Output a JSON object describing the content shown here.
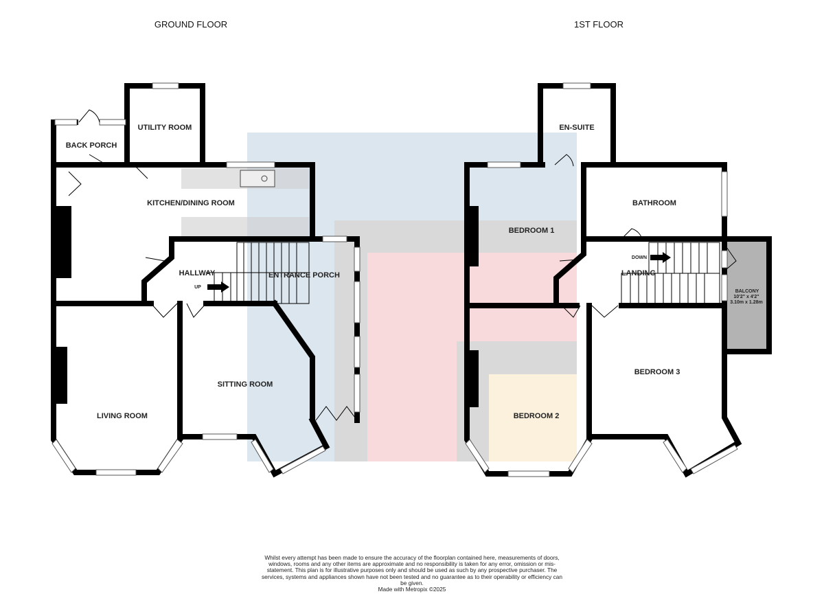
{
  "floors": [
    {
      "title": "GROUND FLOOR",
      "rooms": {
        "utility": "UTILITY ROOM",
        "back_porch": "BACK PORCH",
        "kitchen": "KITCHEN/DINING ROOM",
        "hallway": "HALLWAY",
        "entrance_porch": "ENTRANCE PORCH",
        "sitting": "SITTING ROOM",
        "living": "LIVING ROOM"
      },
      "stair_label": "UP"
    },
    {
      "title": "1ST FLOOR",
      "rooms": {
        "ensuite": "EN-SUITE",
        "bathroom": "BATHROOM",
        "bedroom1": "BEDROOM 1",
        "landing": "LANDING",
        "bedroom2": "BEDROOM 2",
        "bedroom3": "BEDROOM 3",
        "balcony": "BALCONY",
        "balcony_imperial": "10'2\"  x 4'2\"",
        "balcony_metric": "3.10m  x 1.28m"
      },
      "stair_label": "DOWN"
    }
  ],
  "overlay_colors": {
    "blue": "#dce6ef",
    "gray": "#d9d9d9",
    "pink": "#f8dadd",
    "yellow": "#fbf1dc",
    "balcony": "#b3b3b3"
  },
  "disclaimer": "Whilst every attempt has been made to ensure the accuracy of the floorplan contained here, measurements of doors, windows, rooms and any other items are approximate and no responsibility is taken for any error, omission or mis-statement. This plan is for illustrative purposes only and should be used as such by any prospective purchaser. The services, systems and appliances shown have not been tested and no guarantee as to their operability or efficiency can be given.",
  "credit": "Made with Metropix ©2025"
}
